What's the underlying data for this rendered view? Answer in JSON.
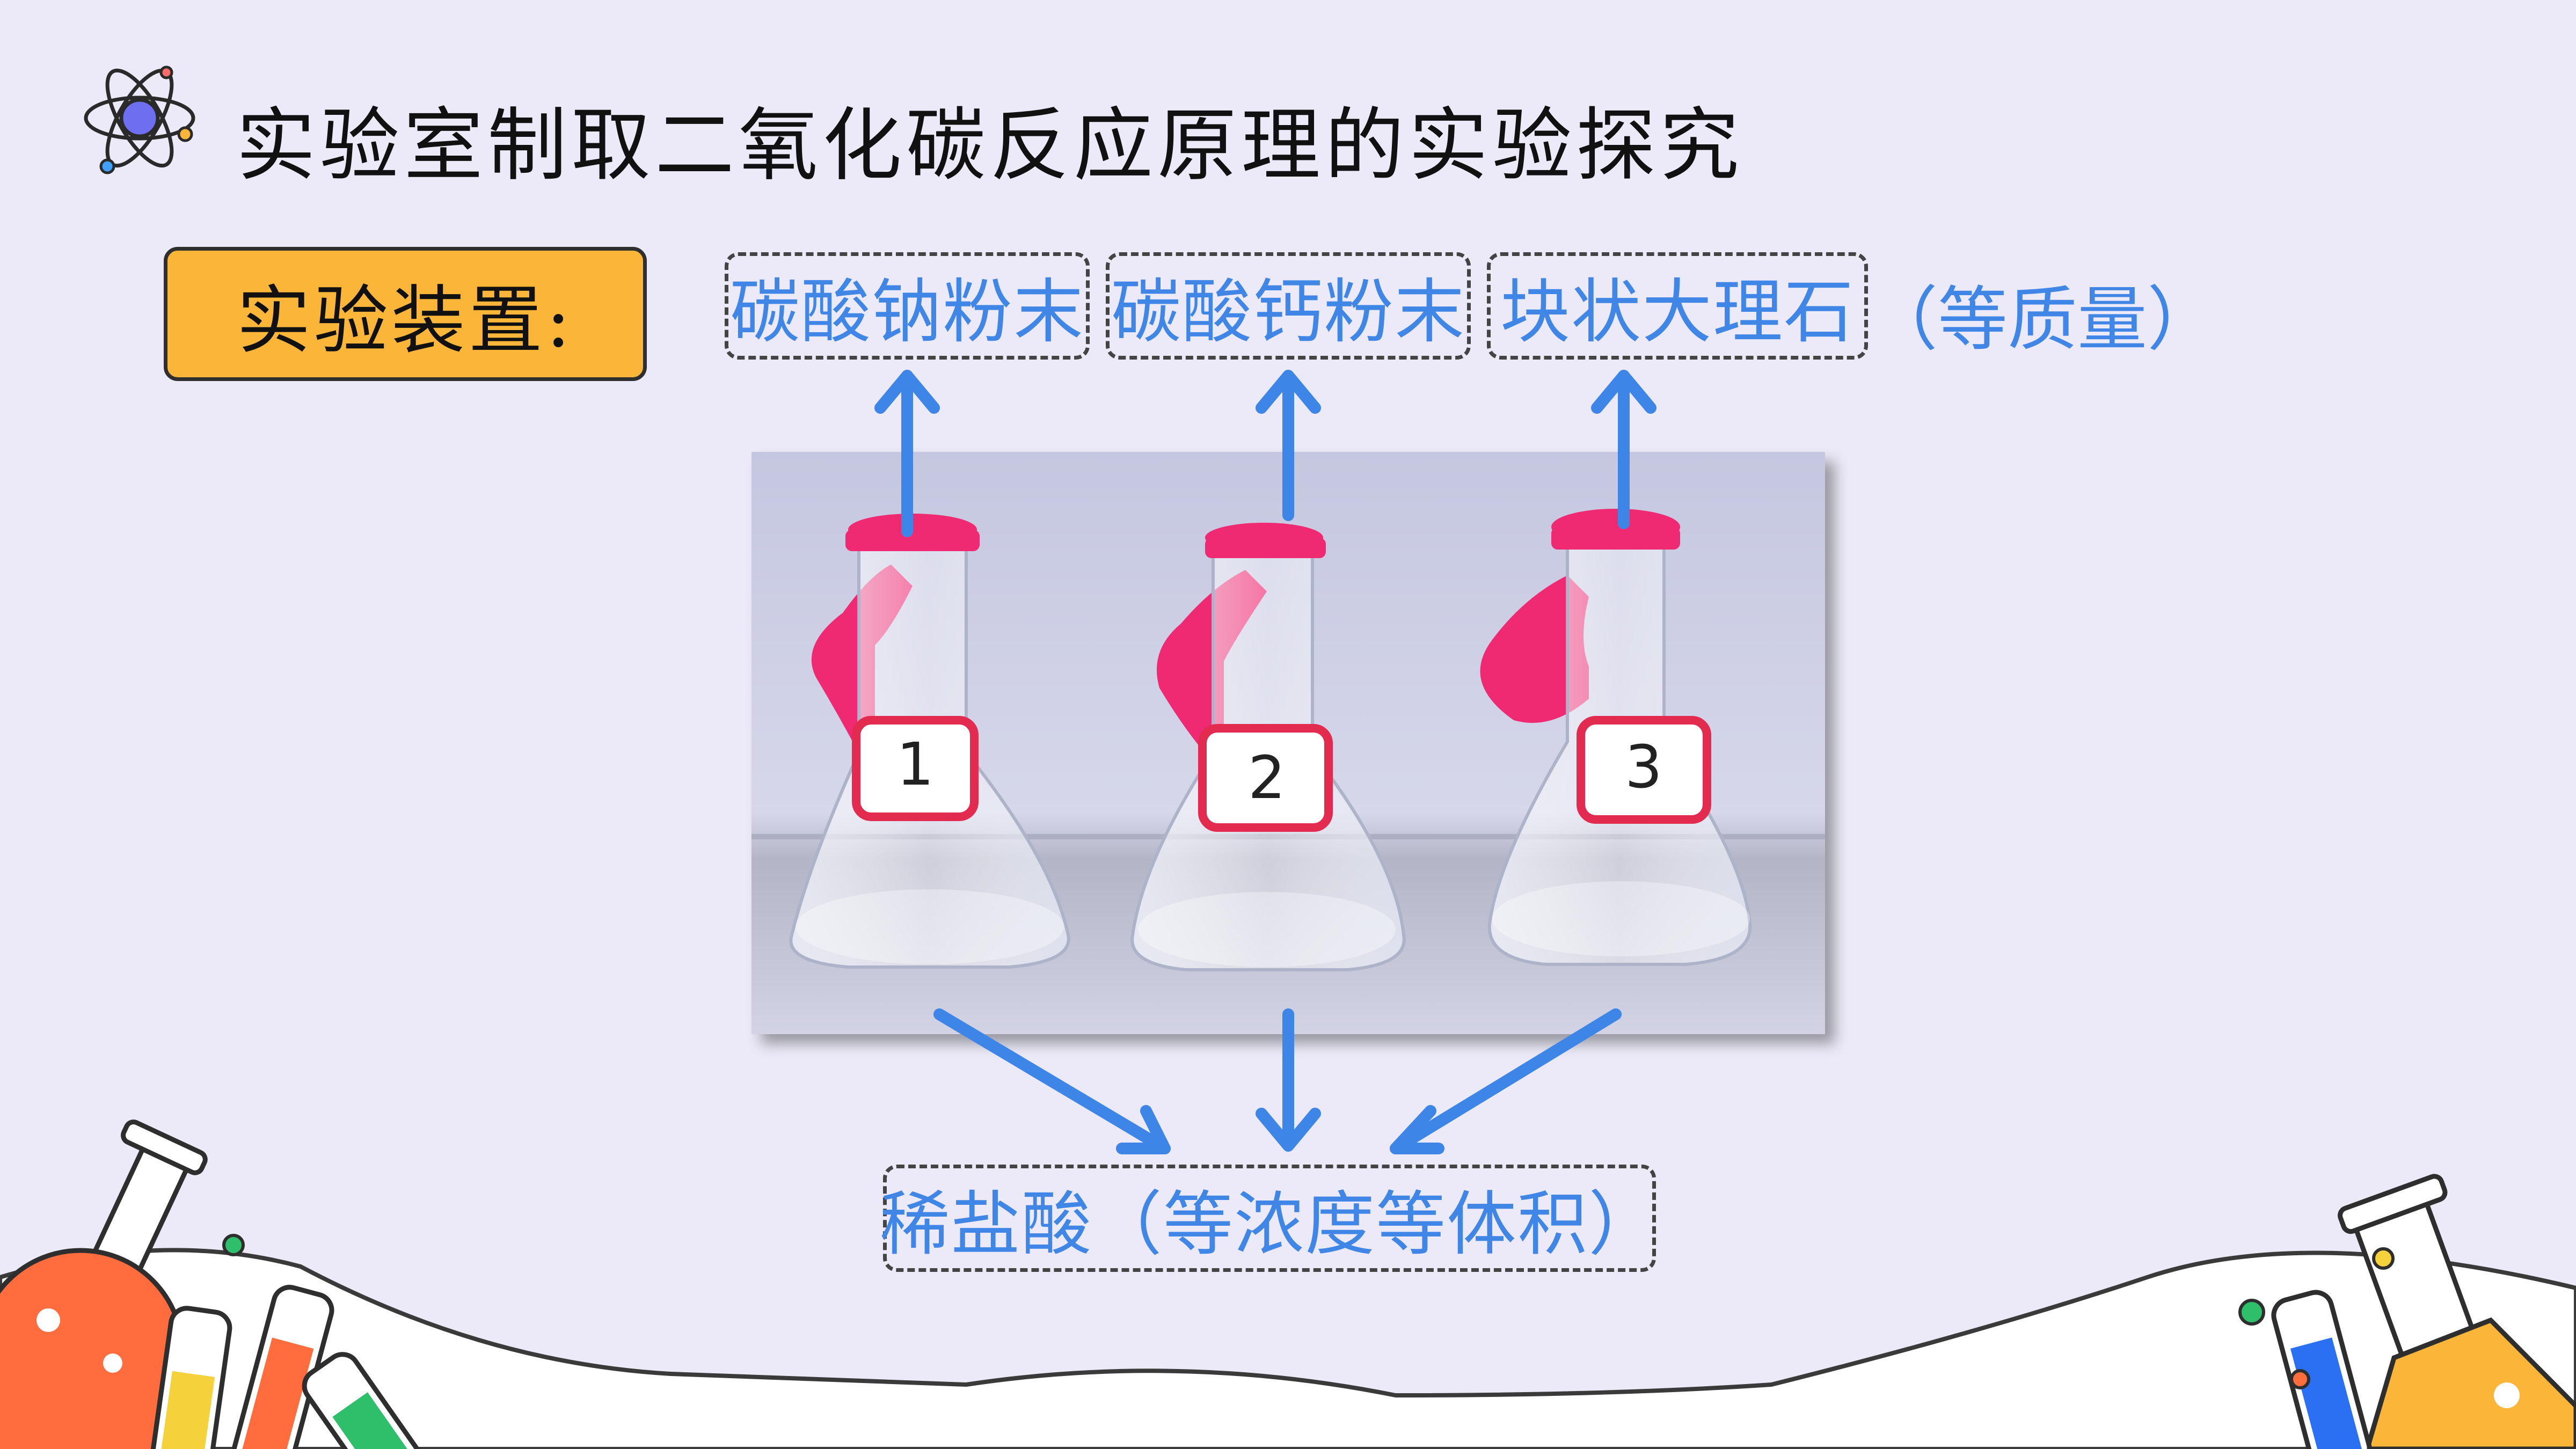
{
  "slide": {
    "title": "实验室制取二氧化碳反应原理的实验探究",
    "section_label": "实验装置:",
    "reagents": [
      "碳酸钠粉末",
      "碳酸钙粉末",
      "块状大理石"
    ],
    "reagent_note": "（等质量）",
    "acid_label": "稀盐酸（等浓度等体积）",
    "flask_labels": [
      "1",
      "2",
      "3"
    ]
  },
  "colors": {
    "background": "#eceaf8",
    "accent_orange": "#fbb63a",
    "label_blue": "#3f86e6",
    "arrow_blue": "#3d86e8",
    "balloon_pink": "#ef2a72"
  },
  "icons": [
    "atom-icon",
    "arrow-up-icon",
    "arrow-down-icon",
    "test-tube-icon",
    "flask-icon"
  ]
}
